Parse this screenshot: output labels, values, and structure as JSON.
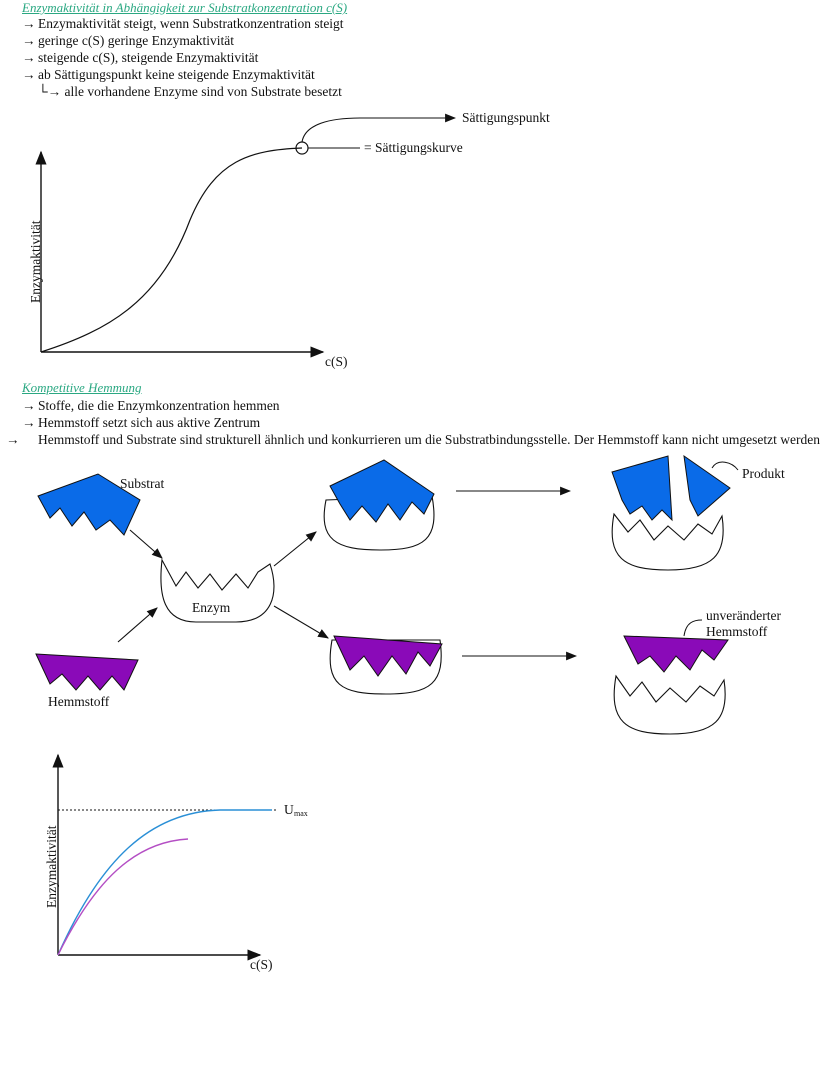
{
  "section1": {
    "heading": "Enzymaktivität in Abhängigkeit zur Substratkonzentration c(S)",
    "bullets": [
      "Enzymaktivität steigt, wenn Substratkonzentration steigt",
      "geringe c(S) geringe Enzymaktivität",
      "steigende c(S), steigende Enzymaktivität",
      "ab Sättigungspunkt keine steigende Enzymaktivität"
    ],
    "sub_note": "alle vorhandene Enzyme sind von Substrate besetzt",
    "arrow_glyph": "→",
    "sub_glyph": "└→",
    "chart": {
      "ylabel": "Enzymaktivität",
      "xlabel": "c(S)",
      "saturation_point_label": "Sättigungspunkt",
      "saturation_curve_label": "= Sättigungskurve"
    }
  },
  "section2": {
    "heading": "Kompetitive Hemmung",
    "bullets": [
      "Stoffe, die die Enzymkonzentration hemmen",
      "Hemmstoff setzt sich aus aktive Zentrum",
      "Hemmstoff und Substrate sind strukturell ähnlich und konkurrieren um die Substratbindungsstelle. Der Hemmstoff kann nicht umgesetzt werden"
    ],
    "diagram": {
      "substrat_label": "Substrat",
      "enzym_label": "Enzym",
      "hemmstoff_label": "Hemmstoff",
      "produkt_label": "Produkt",
      "unveraendert_line1": "unveränderter",
      "unveraendert_line2": "Hemmstoff",
      "colors": {
        "substrat": "#0a6be8",
        "hemmstoff": "#8a0ab8"
      }
    }
  },
  "chart2": {
    "ylabel": "Enzymaktivität",
    "xlabel": "c(S)",
    "vmax_main": "U",
    "vmax_sub": "max",
    "colors": {
      "uninhibited": "#2a8fd6",
      "inhibited": "#b44ec4"
    }
  }
}
